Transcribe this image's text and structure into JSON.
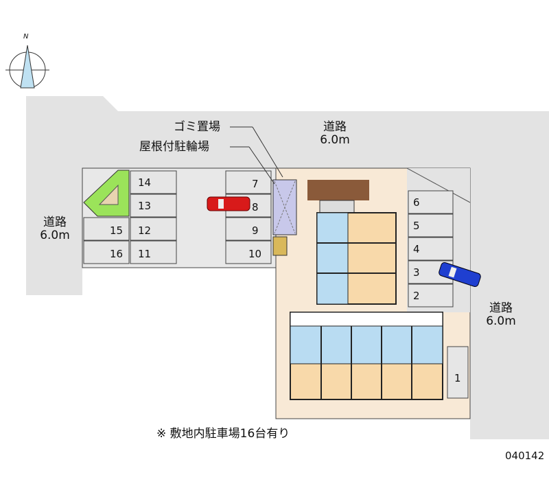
{
  "compass": {
    "label": "N"
  },
  "labels": {
    "garbage": "ゴミ置場",
    "bike_parking": "屋根付駐輪場"
  },
  "roads": [
    {
      "name": "道路",
      "width": "6.0m"
    },
    {
      "name": "道路",
      "width": "6.0m"
    },
    {
      "name": "道路",
      "width": "6.0m"
    }
  ],
  "parking_spaces": [
    "1",
    "2",
    "3",
    "4",
    "5",
    "6",
    "7",
    "8",
    "9",
    "10",
    "11",
    "12",
    "13",
    "14",
    "15",
    "16"
  ],
  "footnote": "※ 敷地内駐車場16台有り",
  "code": "040142",
  "colors": {
    "road": "#e1e1e1",
    "lot": "#f8e9d6",
    "unit_room": "#fbd8a8",
    "unit_wet": "#b9dcf2",
    "green": "#9be35a",
    "red_car": "#d81a1a",
    "blue_car": "#1f3fd0"
  }
}
